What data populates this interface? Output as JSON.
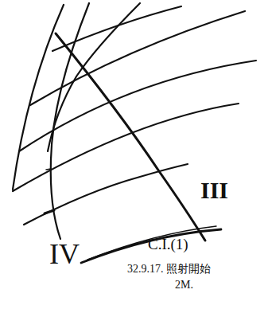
{
  "diagram": {
    "labels": [
      "IV",
      "III",
      "C.I.(1)",
      "32.9.17. 照射開始",
      "2M."
    ]
  }
}
